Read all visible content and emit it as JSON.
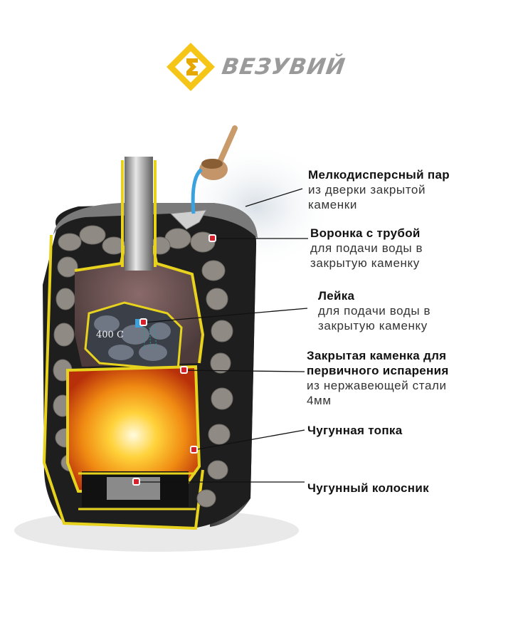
{
  "brand": {
    "name": "ВЕЗУВИЙ",
    "colors": {
      "logo_yellow": "#f5c518",
      "logo_text": "#9a9a9a"
    }
  },
  "diagram": {
    "subject": "sauna-stove-cutaway",
    "temperature_label": "400 С",
    "colors": {
      "frame_yellow": "#e7d21d",
      "fire": "#f59a12",
      "body": "#2b2b2b",
      "stone": "#8f8a84",
      "marker": "#d8202a"
    }
  },
  "callouts": [
    {
      "title": "Мелкодисперсный пар",
      "desc_lines": [
        "из дверки закрытой",
        "каменки"
      ]
    },
    {
      "title": "Воронка с трубой",
      "desc_lines": [
        "для подачи воды в",
        "закрытую каменку"
      ]
    },
    {
      "title": "Лейка",
      "desc_lines": [
        "для подачи воды в",
        "закрытую каменку"
      ]
    },
    {
      "title_lines": [
        "Закрытая каменка для",
        "первичного испарения"
      ],
      "desc_lines": [
        "из нержавеющей стали",
        "4мм"
      ]
    },
    {
      "title": "Чугунная топка"
    },
    {
      "title": "Чугунный колосник"
    }
  ]
}
